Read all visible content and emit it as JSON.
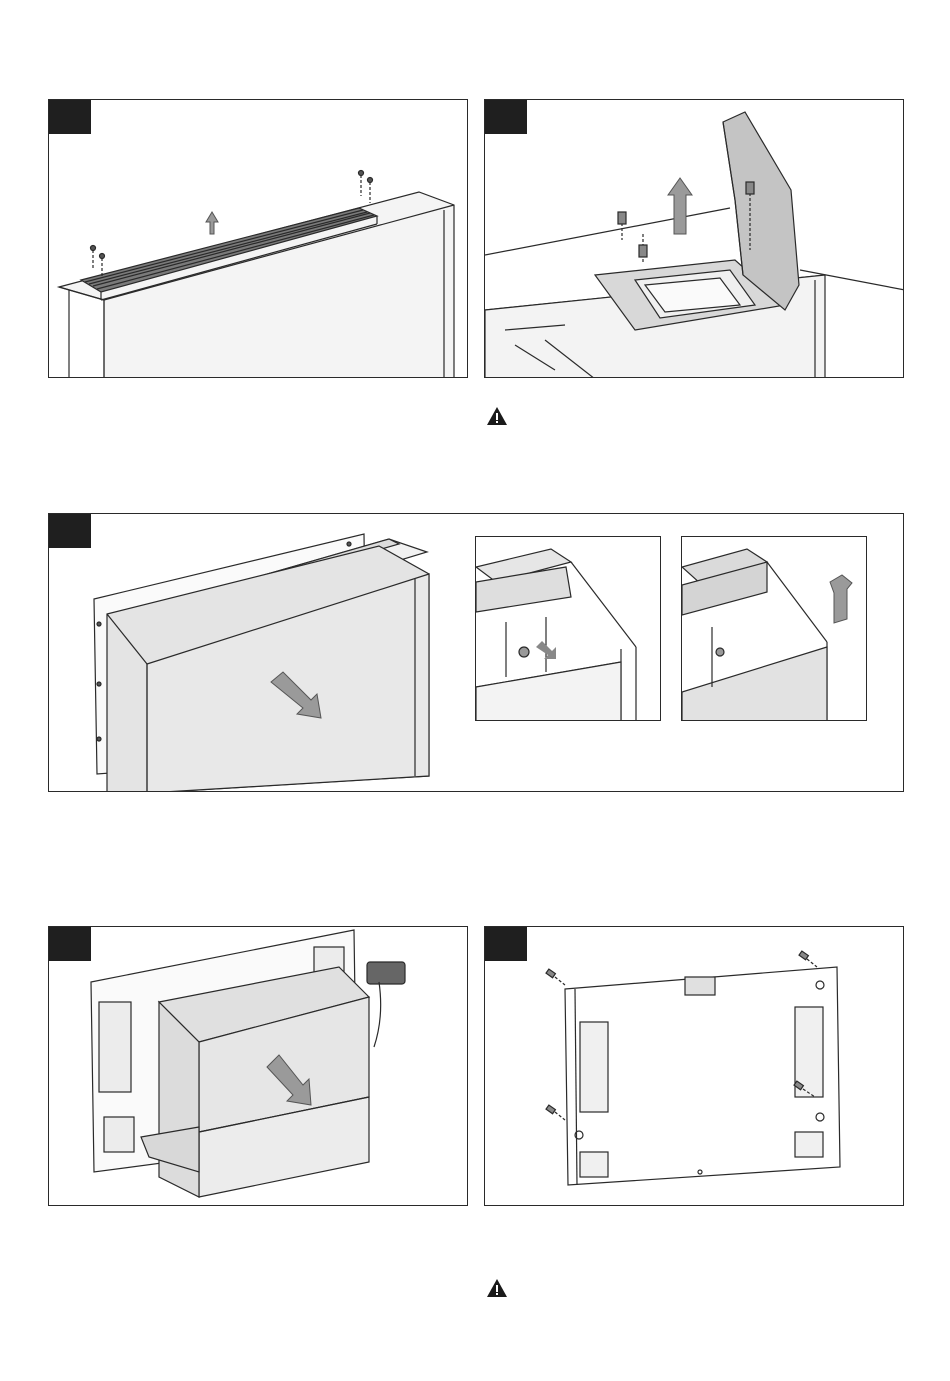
{
  "page": {
    "panels": [
      {
        "id": "step-1",
        "caption": ""
      },
      {
        "id": "step-2",
        "caption": ""
      },
      {
        "id": "step-3",
        "caption": ""
      },
      {
        "id": "step-4",
        "caption": ""
      },
      {
        "id": "step-5",
        "caption": ""
      }
    ],
    "warnings": [
      {
        "id": "warning-1",
        "icon": "warning-triangle-icon"
      },
      {
        "id": "warning-2",
        "icon": "warning-triangle-icon"
      }
    ],
    "colors": {
      "line": "#2a2a2a",
      "panel_fill": "#e8e8e8",
      "grille": "#7a7a7a",
      "badge": "#1f1f1f"
    }
  }
}
